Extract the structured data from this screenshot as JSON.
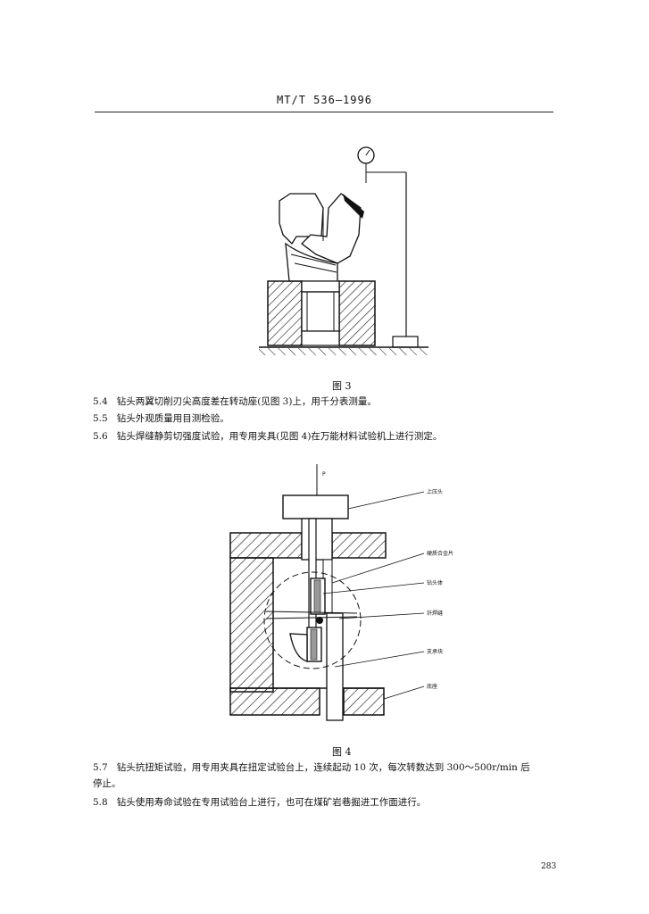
{
  "header": "MT/T 536—1996",
  "figure3": {
    "caption": "图 3"
  },
  "clauses": [
    {
      "num": "5.4",
      "text": "钻头两翼切削刃尖高度差在转动座(见图 3)上，用千分表测量。"
    },
    {
      "num": "5.5",
      "text": "钻头外观质量用目测检验。"
    },
    {
      "num": "5.6",
      "text": "钻头焊缝静剪切强度试验，用专用夹具(见图 4)在万能材料试验机上进行测定。"
    }
  ],
  "figure4": {
    "caption": "图 4",
    "load_label": "P",
    "labels": [
      "上压头",
      "硬质合金片",
      "钻头体",
      "钎焊缝",
      "支承块",
      "底座"
    ]
  },
  "clauses2": [
    {
      "num": "5.7",
      "text": "钻头抗扭矩试验，用专用夹具在扭定试验台上，连续起动 10 次，每次转数达到 300～500r/min 后",
      "cont": "停止。"
    },
    {
      "num": "5.8",
      "text": "钻头使用寿命试验在专用试验台上进行，也可在煤矿岩巷掘进工作面进行。"
    }
  ],
  "page_number": "283"
}
